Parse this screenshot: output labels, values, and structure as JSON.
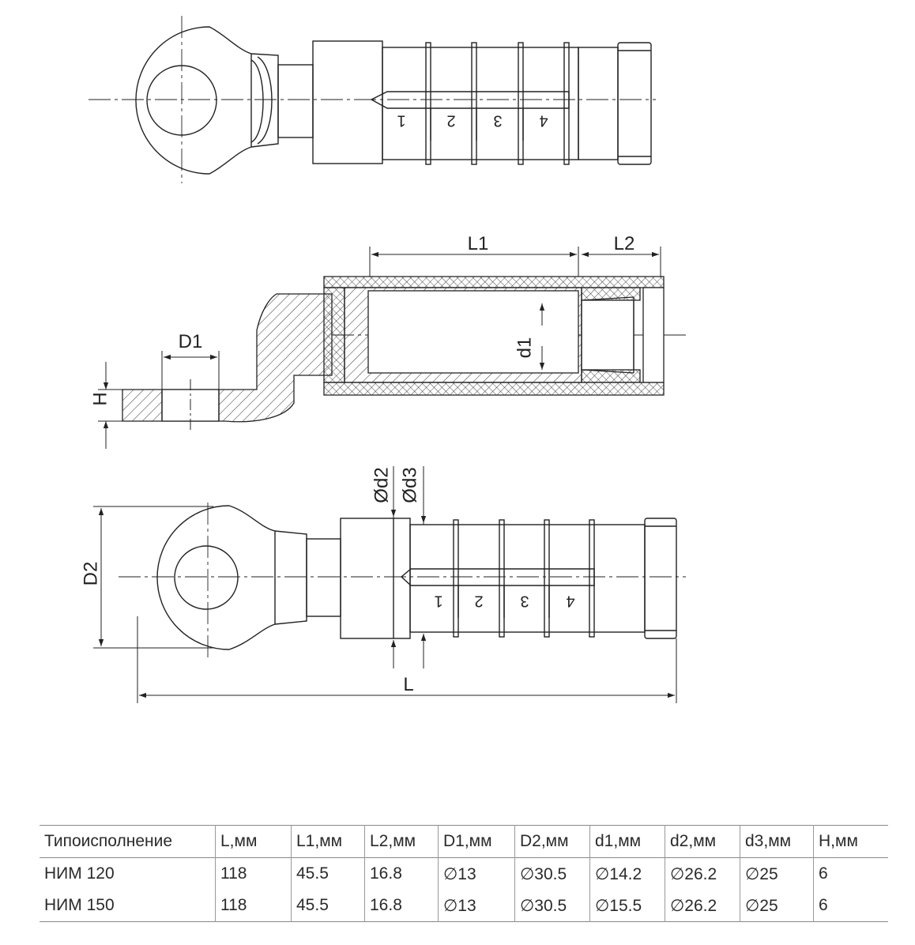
{
  "views": {
    "top": {
      "segment_numbers": [
        "1",
        "2",
        "3",
        "4"
      ]
    },
    "section": {
      "dimensions": {
        "L1": "L1",
        "L2": "L2",
        "D1": "D1",
        "H": "H",
        "d1": "d1"
      }
    },
    "bottom": {
      "segment_numbers": [
        "1",
        "2",
        "3",
        "4"
      ],
      "dimensions": {
        "d2": "Ød2",
        "d3": "Ød3",
        "D2": "D2",
        "L": "L"
      }
    }
  },
  "table": {
    "headers": [
      "Типоисполнение",
      "L,мм",
      "L1,мм",
      "L2,мм",
      "D1,мм",
      "D2,мм",
      "d1,мм",
      "d2,мм",
      "d3,мм",
      "H,мм"
    ],
    "rows": [
      [
        "НИМ 120",
        "118",
        "45.5",
        "16.8",
        "∅13",
        "∅30.5",
        "∅14.2",
        "∅26.2",
        "∅25",
        "6"
      ],
      [
        "НИМ 150",
        "118",
        "45.5",
        "16.8",
        "∅13",
        "∅30.5",
        "∅15.5",
        "∅26.2",
        "∅25",
        "6"
      ]
    ]
  }
}
